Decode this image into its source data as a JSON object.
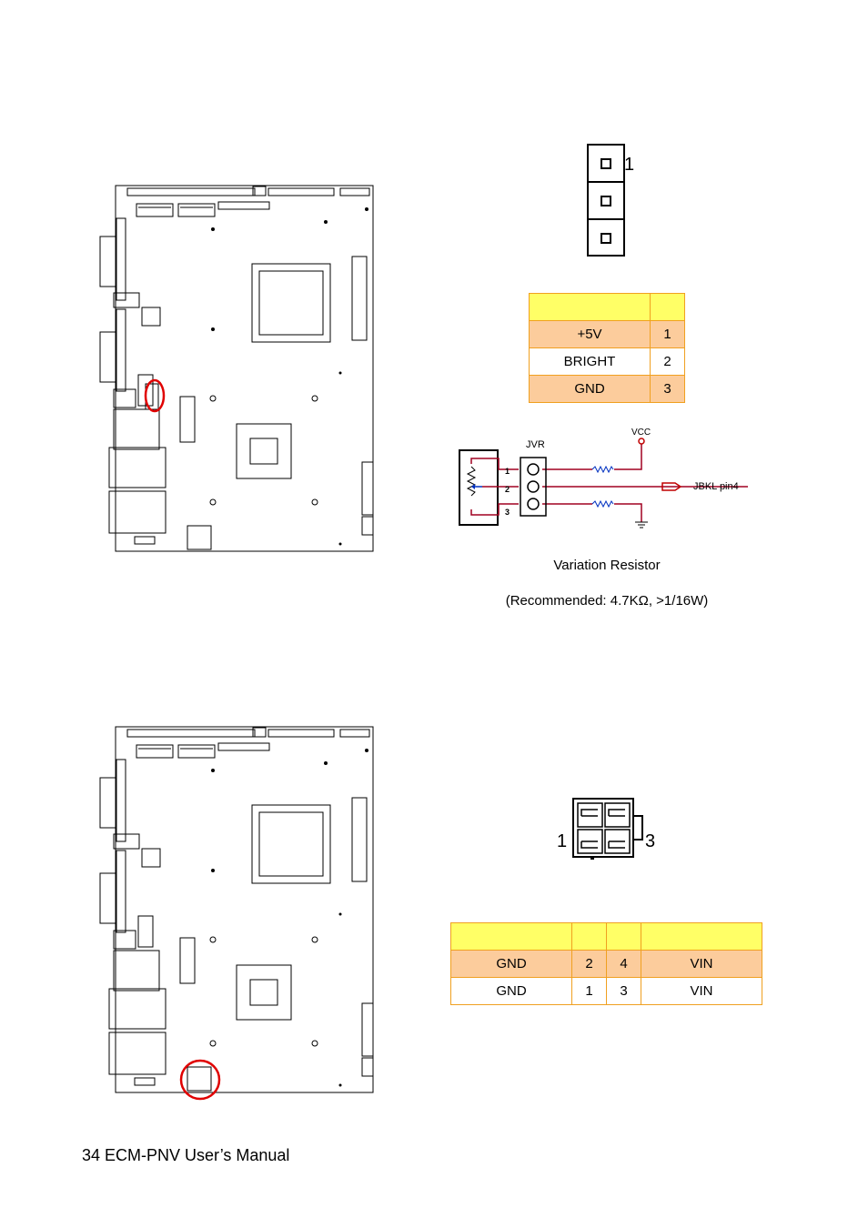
{
  "top_header_diagram": {
    "pin1_label": "1"
  },
  "table1": {
    "header": [
      "",
      ""
    ],
    "rows": [
      {
        "signal": "+5V",
        "pin": "1"
      },
      {
        "signal": "BRIGHT",
        "pin": "2"
      },
      {
        "signal": "GND",
        "pin": "3"
      }
    ]
  },
  "schematic": {
    "jvr_label": "JVR",
    "vcc_label": "VCC",
    "jbkl_label": "JBKL pin4",
    "pin_labels": [
      "1",
      "2",
      "3"
    ]
  },
  "caption": {
    "line1": "Variation Resistor",
    "line2": "(Recommended: 4.7KΩ, >1/16W)"
  },
  "power_connector": {
    "label_left": "1",
    "label_right": "3"
  },
  "table2": {
    "header": [
      "",
      "",
      "",
      ""
    ],
    "rows": [
      [
        "GND",
        "2",
        "4",
        "VIN"
      ],
      [
        "GND",
        "1",
        "3",
        "VIN"
      ]
    ]
  },
  "footer": {
    "text": "34 ECM-PNV User’s Manual"
  },
  "colors": {
    "highlight_circle": "#e00000",
    "table_border": "#f0a020",
    "table_header": "#ffff66",
    "table_row_alt": "#fccc9c",
    "wire": "#a00020"
  }
}
